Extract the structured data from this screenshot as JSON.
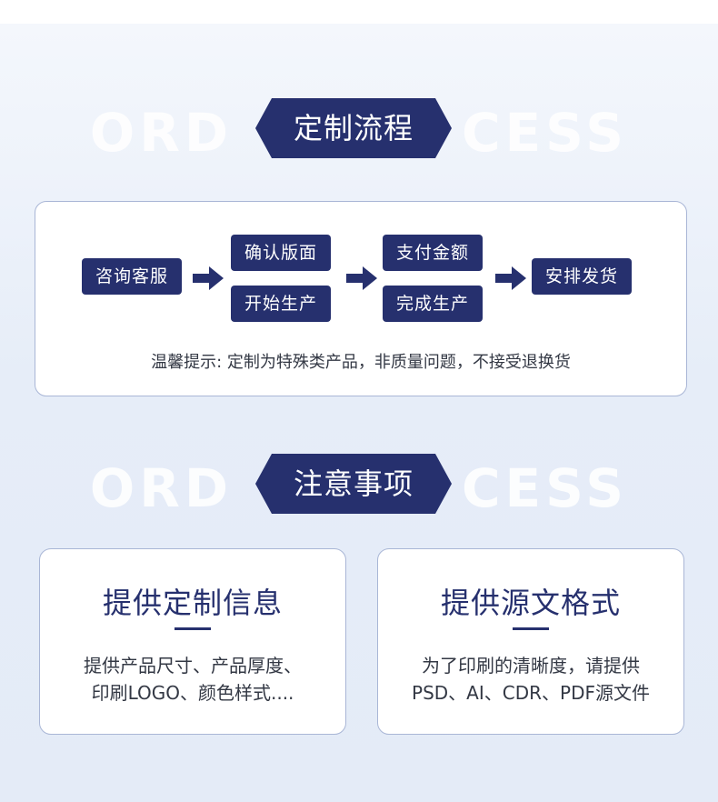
{
  "section1": {
    "watermark": "ORD          CESS",
    "title": "定制流程"
  },
  "flow": {
    "step_consult": "咨询客服",
    "step_confirm": "确认版面",
    "step_start": "开始生产",
    "step_pay": "支付金额",
    "step_complete": "完成生产",
    "step_ship": "安排发货",
    "tip": "温馨提示: 定制为特殊类产品，非质量问题，不接受退换货"
  },
  "section2": {
    "watermark": "ORD          CESS",
    "title": "注意事项"
  },
  "cards": [
    {
      "title": "提供定制信息",
      "line1": "提供产品尺寸、产品厚度、",
      "line2": "印刷LOGO、颜色样式...."
    },
    {
      "title": "提供源文格式",
      "line1": "为了印刷的清晰度，请提供",
      "line2": "PSD、AI、CDR、PDF源文件"
    }
  ],
  "colors": {
    "brand": "#26306e",
    "border": "#a9b6d6"
  },
  "icons": {
    "flow_arrow": "arrow-right-icon"
  }
}
